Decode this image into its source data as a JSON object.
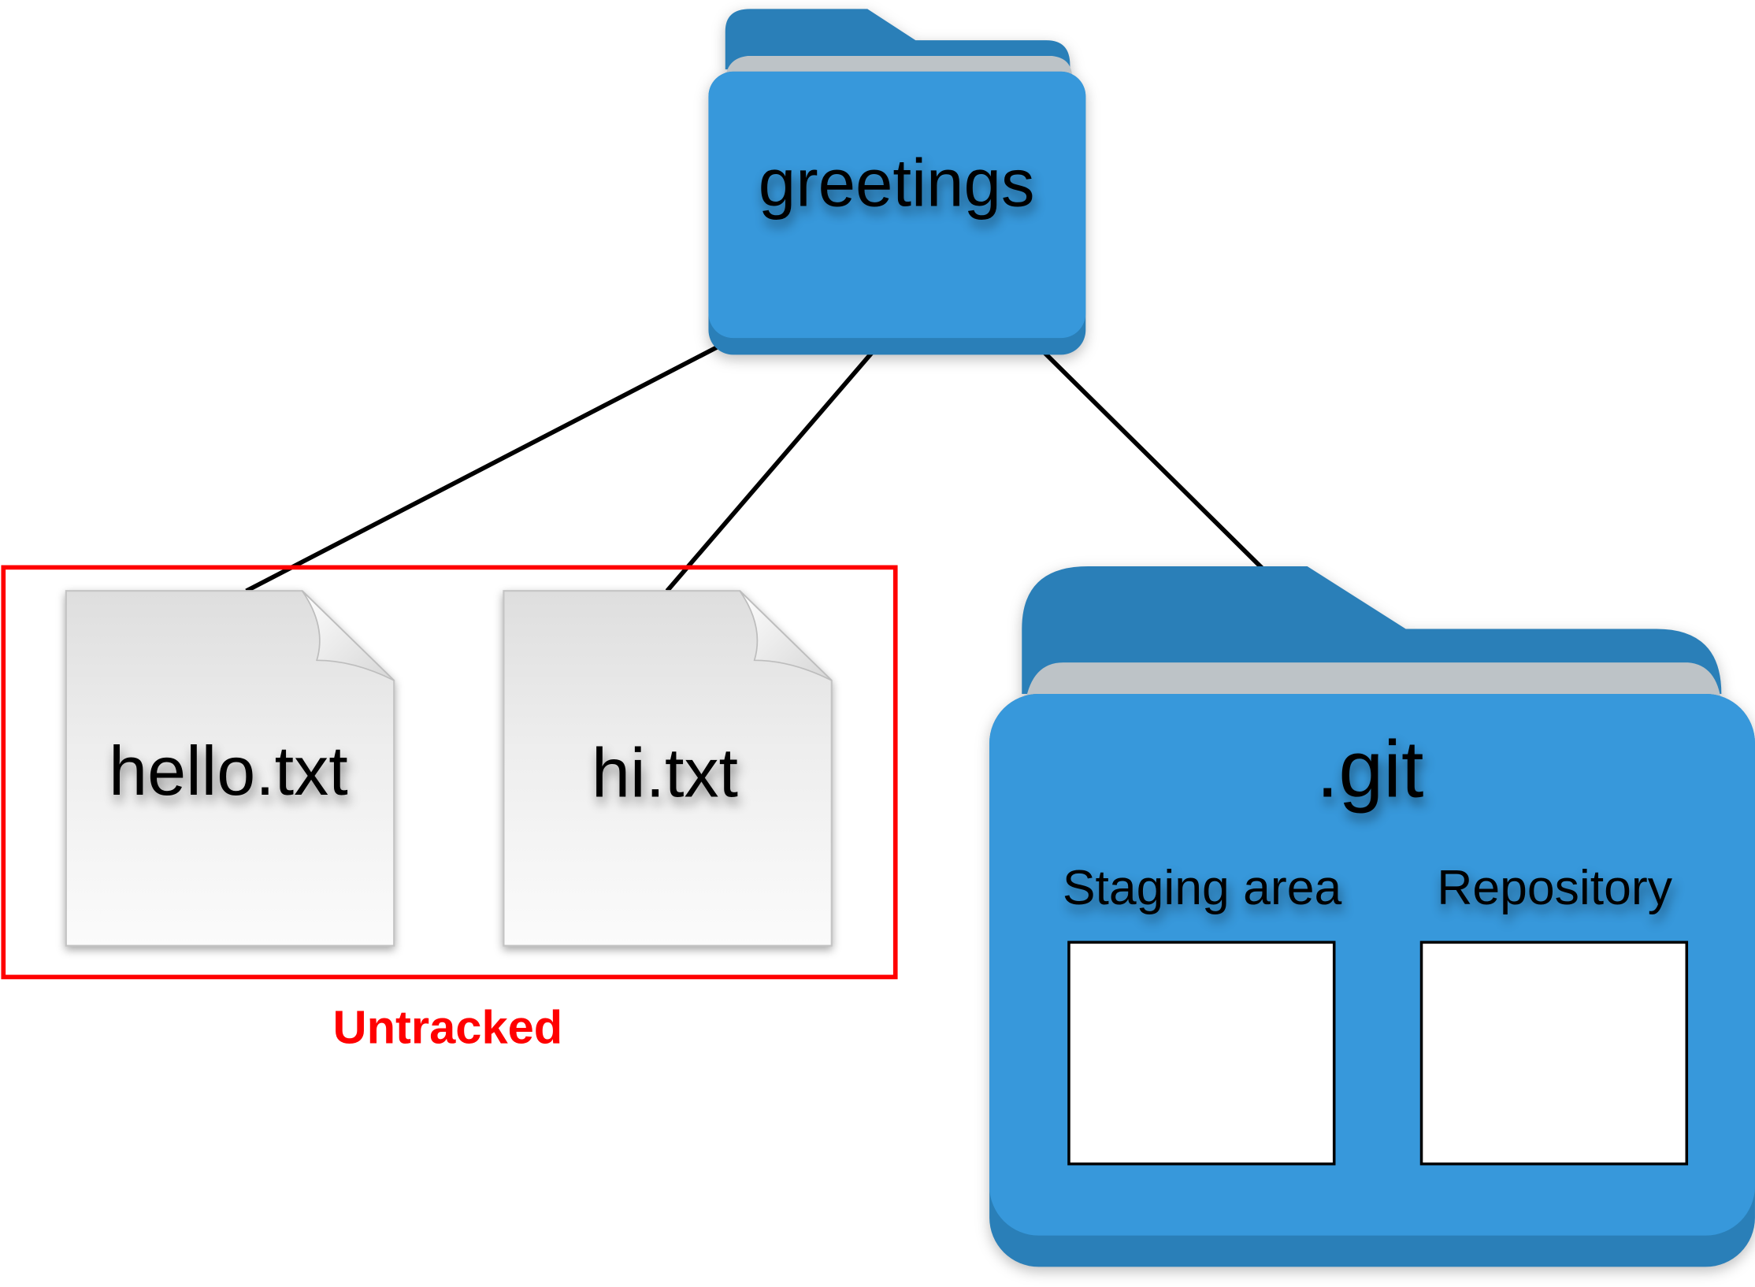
{
  "diagram": {
    "root_folder": {
      "label": "greetings",
      "icon": "folder-icon",
      "color": "#3798DB"
    },
    "files": [
      {
        "label": "hello.txt",
        "icon": "file-icon"
      },
      {
        "label": "hi.txt",
        "icon": "file-icon"
      }
    ],
    "untracked_group": {
      "label": "Untracked",
      "color": "#FF0000"
    },
    "git_folder": {
      "label": ".git",
      "icon": "folder-icon",
      "color": "#3798DB",
      "sections": [
        {
          "label": "Staging area"
        },
        {
          "label": "Repository"
        }
      ]
    }
  }
}
